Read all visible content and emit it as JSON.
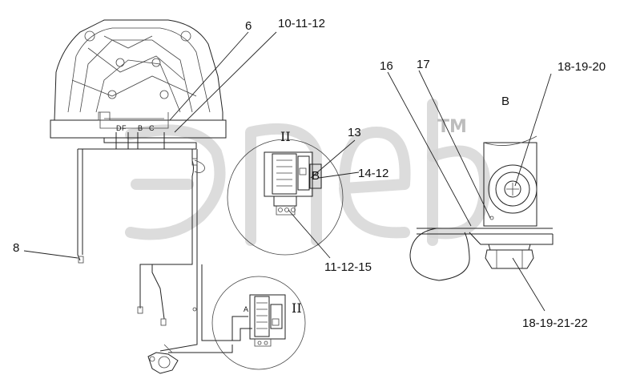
{
  "labels": {
    "callout_6": "6",
    "callout_10_11_12": "10-11-12",
    "callout_13": "13",
    "callout_14_12": "14-12",
    "callout_11_12_15": "11-12-15",
    "callout_8": "8",
    "callout_16": "16",
    "callout_17": "17",
    "callout_18_19_20": "18-19-20",
    "callout_18_19_21_22": "18-19-21-22",
    "view_b_title": "B",
    "view_b_marker": "B",
    "detail_ii_top": "II",
    "detail_ii_bottom": "II",
    "connector_d": "D",
    "connector_f": "F",
    "connector_b": "B",
    "connector_c": "C",
    "connector_a": "A"
  },
  "watermark": {
    "text": "эпеб",
    "trademark": "TM"
  }
}
